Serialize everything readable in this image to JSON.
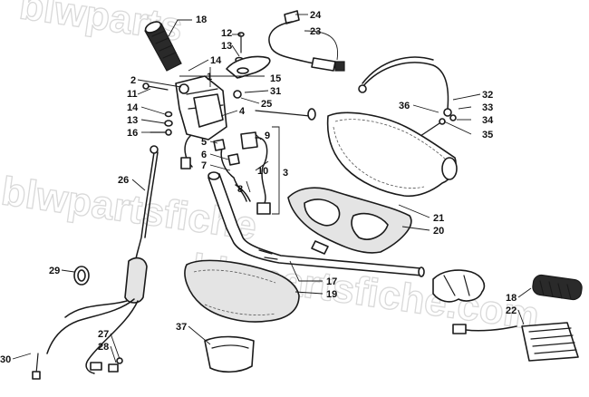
{
  "diagram": {
    "watermarks": [
      "blwparts",
      "blwpartsfiche",
      "blwpartsfiche.com"
    ],
    "callouts": [
      {
        "id": "c18a",
        "label": "18"
      },
      {
        "id": "c12",
        "label": "12"
      },
      {
        "id": "c13a",
        "label": "13"
      },
      {
        "id": "c14a",
        "label": "14"
      },
      {
        "id": "c1",
        "label": "1"
      },
      {
        "id": "c15",
        "label": "15"
      },
      {
        "id": "c2",
        "label": "2"
      },
      {
        "id": "c11",
        "label": "11"
      },
      {
        "id": "c14b",
        "label": "14"
      },
      {
        "id": "c13b",
        "label": "13"
      },
      {
        "id": "c16",
        "label": "16"
      },
      {
        "id": "c31",
        "label": "31"
      },
      {
        "id": "c25",
        "label": "25"
      },
      {
        "id": "c4",
        "label": "4"
      },
      {
        "id": "c5",
        "label": "5"
      },
      {
        "id": "c6",
        "label": "6"
      },
      {
        "id": "c7",
        "label": "7"
      },
      {
        "id": "c9",
        "label": "9"
      },
      {
        "id": "c8",
        "label": "8"
      },
      {
        "id": "c10",
        "label": "10"
      },
      {
        "id": "c3",
        "label": "3"
      },
      {
        "id": "c24",
        "label": "24"
      },
      {
        "id": "c23",
        "label": "23"
      },
      {
        "id": "c32",
        "label": "32"
      },
      {
        "id": "c36",
        "label": "36"
      },
      {
        "id": "c33",
        "label": "33"
      },
      {
        "id": "c34",
        "label": "34"
      },
      {
        "id": "c35",
        "label": "35"
      },
      {
        "id": "c26",
        "label": "26"
      },
      {
        "id": "c21",
        "label": "21"
      },
      {
        "id": "c20",
        "label": "20"
      },
      {
        "id": "c29",
        "label": "29"
      },
      {
        "id": "c17",
        "label": "17"
      },
      {
        "id": "c19",
        "label": "19"
      },
      {
        "id": "c18b",
        "label": "18"
      },
      {
        "id": "c22",
        "label": "22"
      },
      {
        "id": "c37",
        "label": "37"
      },
      {
        "id": "c27",
        "label": "27"
      },
      {
        "id": "c28",
        "label": "28"
      },
      {
        "id": "c30",
        "label": "30"
      }
    ]
  }
}
